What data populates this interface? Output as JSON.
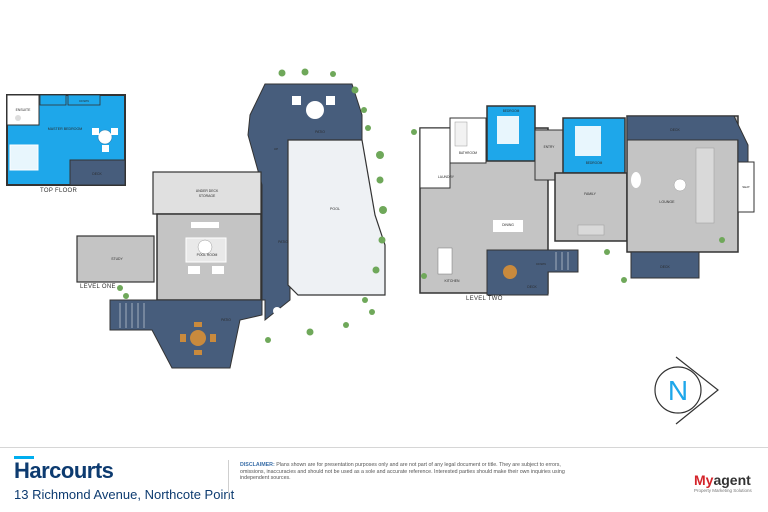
{
  "levels": {
    "top_floor": "TOP FLOOR",
    "level_one": "LEVEL ONE",
    "level_two": "LEVEL TWO"
  },
  "rooms": {
    "master_bedroom": "MASTER BEDROOM",
    "ensuite": "ENSUITE",
    "deck": "DECK",
    "under_deck_storage": "UNDER DECK STORAGE",
    "study": "STUDY",
    "pool_room": "POOL ROOM",
    "patio": "PATIO",
    "pool": "POOL",
    "laundry": "LAUNDRY",
    "bathroom": "BATHROOM",
    "bedroom": "BEDROOM",
    "entry": "ENTRY",
    "dining": "DINING",
    "kitchen": "KITCHEN",
    "family": "FAMILY",
    "lounge": "LOUNGE",
    "down": "DOWN",
    "up": "UP",
    "seat": "SEAT"
  },
  "compass": {
    "label": "N"
  },
  "footer": {
    "brand": "Harcourts",
    "address": "13 Richmond Avenue, Northcote Point",
    "disclaimer_label": "DISCLAIMER:",
    "disclaimer_text": "Plans shown are for presentation purposes only and are not part of any legal document or title. They are subject to errors, omissions, inaccuracies and should not be used as a sole and accurate reference. Interested parties should make their own inquiries using independent sources.",
    "agent_my": "My",
    "agent_rest": "agent",
    "agent_tagline": "Property Marketing Solutions"
  },
  "colors": {
    "blue": "#1ea7ea",
    "slate": "#475d7c",
    "grey": "#c4c4c4",
    "dark_grey": "#6b6b6b",
    "pool": "#eef1f4",
    "brand": "#0d3b70"
  }
}
